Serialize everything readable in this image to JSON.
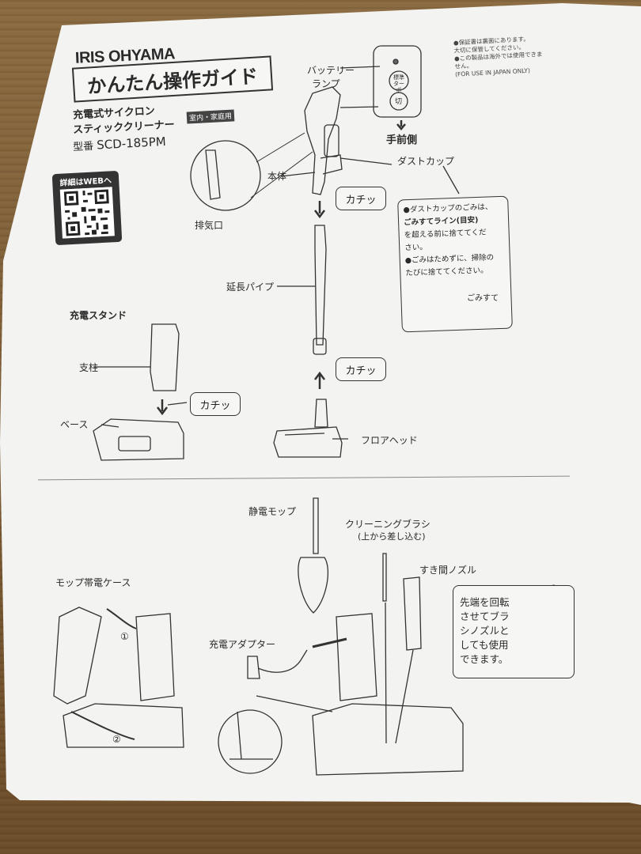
{
  "header": {
    "brand": "IRIS OHYAMA",
    "guide_title": "かんたん操作ガイド",
    "product_line1": "充電式サイクロン",
    "product_line2": "スティッククリーナー",
    "usage_badge": "室内・家庭用",
    "model_prefix": "型番",
    "model_number": "SCD-185PM",
    "web_badge": "詳細はWEBへ"
  },
  "notes": [
    "●保証書は裏面にあります。",
    "大切に保管してください。",
    "●この製品は海外では使用できま",
    "せん。",
    "(FOR USE IN JAPAN ONLY)"
  ],
  "labels": {
    "battery_lamp_1": "バッテリー",
    "battery_lamp_2": "ランプ",
    "btn_turbo_1": "標準",
    "btn_turbo_2": "ターボ",
    "btn_off": "切",
    "front_side": "手前側",
    "dust_cup": "ダストカップ",
    "body": "本体",
    "exhaust": "排気口",
    "click1": "カチッ",
    "click2": "カチッ",
    "click3": "カチッ",
    "extension_pipe": "延長パイプ",
    "floor_head": "フロアヘッド",
    "charging_stand": "充電スタンド",
    "pillar": "支柱",
    "base": "ベース",
    "static_mop": "静電モップ",
    "cleaning_brush": "クリーニングブラシ",
    "cleaning_brush_note": "(上から差し込む)",
    "crevice_nozzle": "すき間ノズル",
    "mop_case": "モップ帯電ケース",
    "charge_adapter": "充電アダプター",
    "step1": "①",
    "step2": "②",
    "gomisute": "ごみすて"
  },
  "dust_box": {
    "line1a": "●ダストカップのごみは、",
    "line1b": "ごみすてライン(目安)",
    "line1c": "を超える前に捨ててくだ",
    "line1d": "さい。",
    "line2a": "●ごみはためずに、掃除の",
    "line2b": "たびに捨ててください。"
  },
  "tip_box": {
    "line1": "先端を回転",
    "line2": "させてブラ",
    "line3": "シノズルと",
    "line4": "しても使用",
    "line5": "できます。"
  },
  "colors": {
    "paper": "#f3f3f1",
    "ink": "#2a2a2a",
    "table": "#7a5a34"
  }
}
